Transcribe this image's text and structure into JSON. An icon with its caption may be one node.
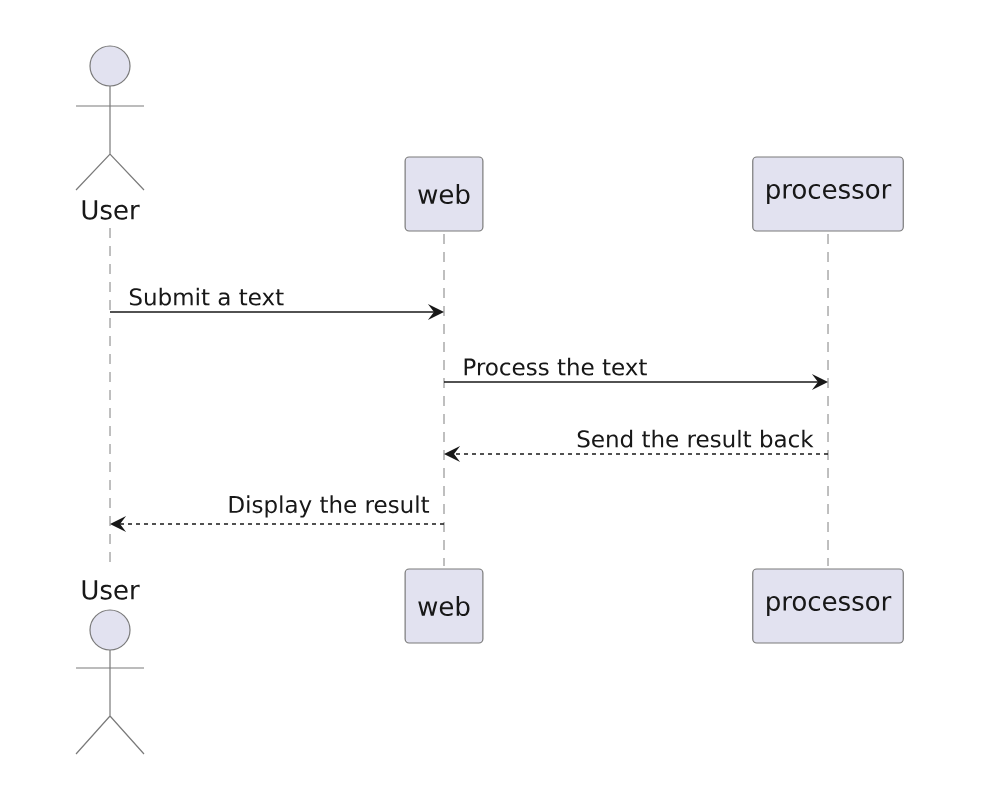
{
  "diagram": {
    "nodes": [
      {
        "text": [
          "User"
        ]
      },
      {
        "text": [
          "web"
        ]
      },
      {
        "text": [
          "processor"
        ]
      },
      {
        "text": [
          "User"
        ]
      },
      {
        "text": [
          "web"
        ]
      },
      {
        "text": [
          "processor"
        ]
      }
    ],
    "edges": [
      {
        "from": 0,
        "to": 1,
        "arrow": "to",
        "label": "Submit a text"
      },
      {
        "from": 1,
        "to": 2,
        "arrow": "to",
        "label": "Process the text"
      },
      {
        "from": 2,
        "to": 1,
        "arrow": "to",
        "label": "Send the result back",
        "style": "dashed"
      },
      {
        "from": 1,
        "to": 0,
        "arrow": "to",
        "label": "Display the result",
        "style": "dashed"
      }
    ]
  }
}
